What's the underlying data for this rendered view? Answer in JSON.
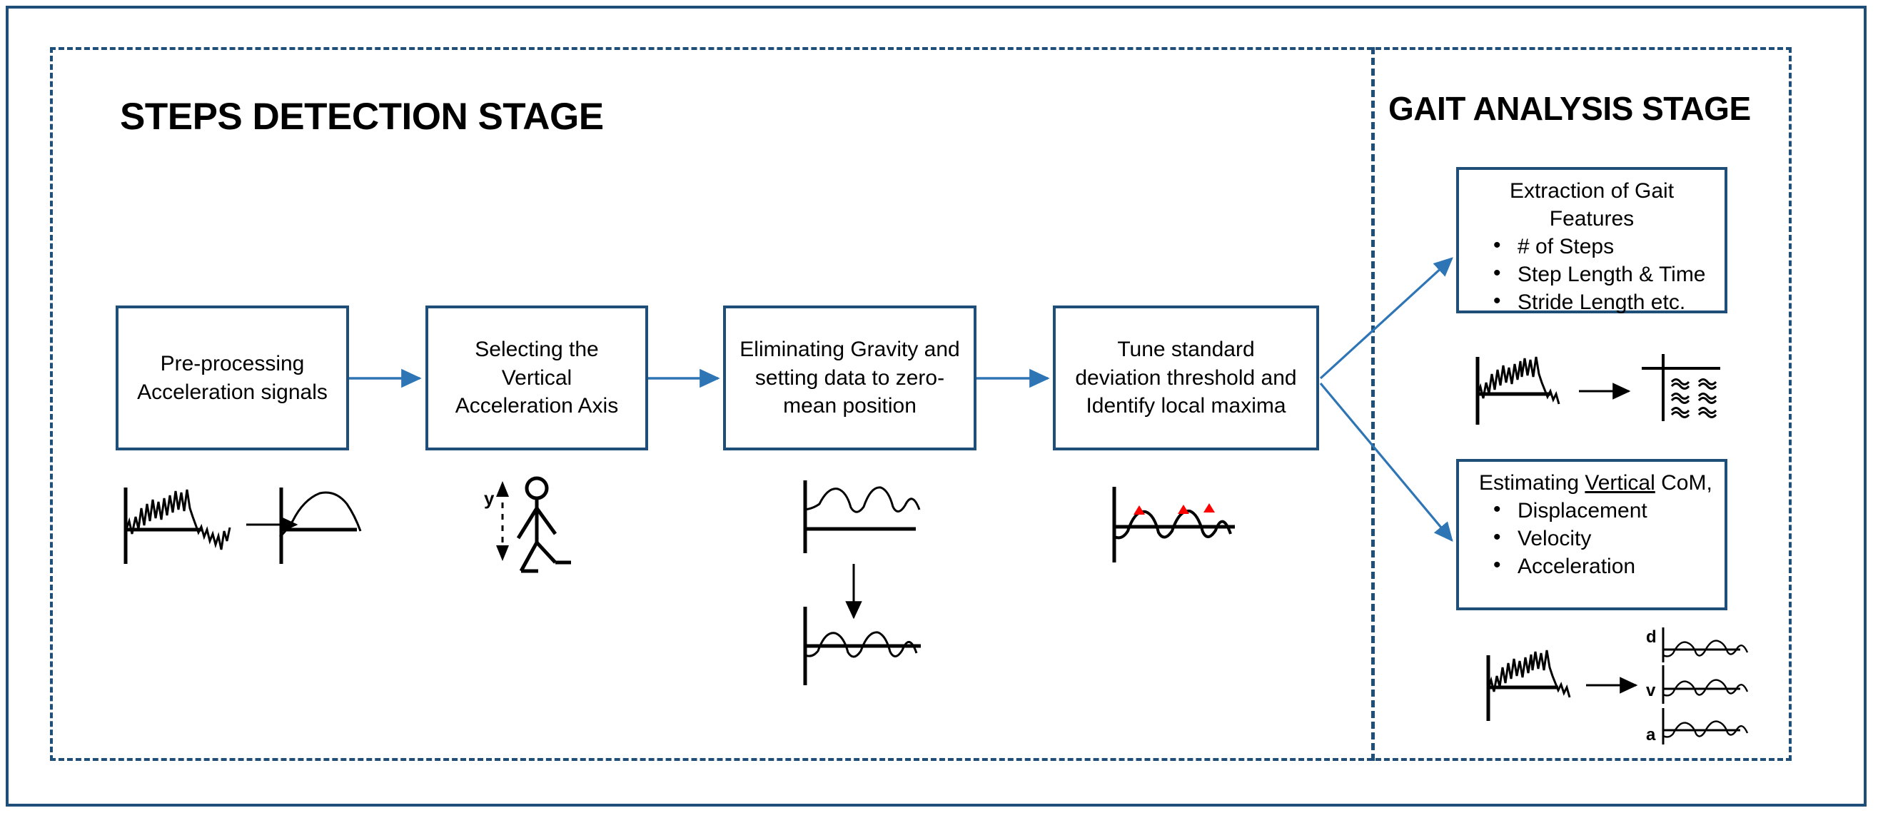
{
  "colors": {
    "frame_blue": "#1F4E79",
    "connector_blue": "#2E75B6",
    "peak_marker_red": "#FF0000",
    "sketch_black": "#000000",
    "background": "#FFFFFF"
  },
  "stages": {
    "steps": {
      "title": "STEPS DETECTION STAGE"
    },
    "gait": {
      "title": "GAIT ANALYSIS STAGE"
    }
  },
  "pipeline": [
    {
      "id": "pre-processing",
      "lines": [
        "Pre-processing",
        "Acceleration signals"
      ]
    },
    {
      "id": "select-vertical-axis",
      "lines": [
        "Selecting the",
        "Vertical",
        "Acceleration Axis"
      ]
    },
    {
      "id": "eliminate-gravity",
      "lines": [
        "Eliminating Gravity and",
        "setting data to zero-",
        "mean position"
      ]
    },
    {
      "id": "tune-threshold",
      "lines": [
        "Tune standard",
        "deviation threshold and",
        "Identify local maxima"
      ]
    }
  ],
  "gait_boxes": [
    {
      "id": "extraction-of-gait-features",
      "heading_line1": "Extraction of Gait",
      "heading_line2": "Features",
      "bullets": [
        "# of Steps",
        "Step Length & Time",
        "Stride Length etc."
      ]
    },
    {
      "id": "estimating-vertical-com",
      "heading_prefix": "Estimating ",
      "heading_underlined": "Vertical",
      "heading_suffix": " CoM,",
      "bullets": [
        "Displacement",
        "Velocity",
        "Acceleration"
      ]
    }
  ],
  "sketches": {
    "axis_label_y": "y",
    "com_signal_labels": [
      "d",
      "v",
      "a"
    ],
    "captions": {
      "pre_processing": "noisy acceleration signal transformed to smoothed signal",
      "vertical_axis": "walking stick figure with vertical y axis double arrow",
      "zero_mean": "oscillating signal above baseline shifted to zero-mean position",
      "local_maxima": "zero-mean oscillating signal with red triangle peak markers",
      "gait_features": "noisy signal transformed into table of extracted features",
      "com_estimation": "noisy signal transformed into displacement, velocity and acceleration signals"
    }
  },
  "chart_data": {
    "type": "line",
    "title": "Gait analysis signal sketches",
    "series": [
      {
        "name": "raw-noisy-acceleration",
        "description": "high-frequency noisy burst about a zero baseline"
      },
      {
        "name": "smoothed-signal",
        "description": "single smooth hump rising and falling to baseline"
      },
      {
        "name": "gravity-offset-signal",
        "description": "three periodic humps sitting above the baseline"
      },
      {
        "name": "zero-mean-signal",
        "description": "three periodic oscillations centred on the baseline"
      },
      {
        "name": "local-maxima-signal",
        "description": "zero-mean oscillation with 3 peak markers"
      },
      {
        "name": "displacement-d",
        "description": "periodic oscillation, 3 cycles"
      },
      {
        "name": "velocity-v",
        "description": "periodic oscillation, 3 cycles"
      },
      {
        "name": "acceleration-a",
        "description": "periodic oscillation, 3 cycles"
      }
    ],
    "grid": false,
    "legend": "none"
  }
}
